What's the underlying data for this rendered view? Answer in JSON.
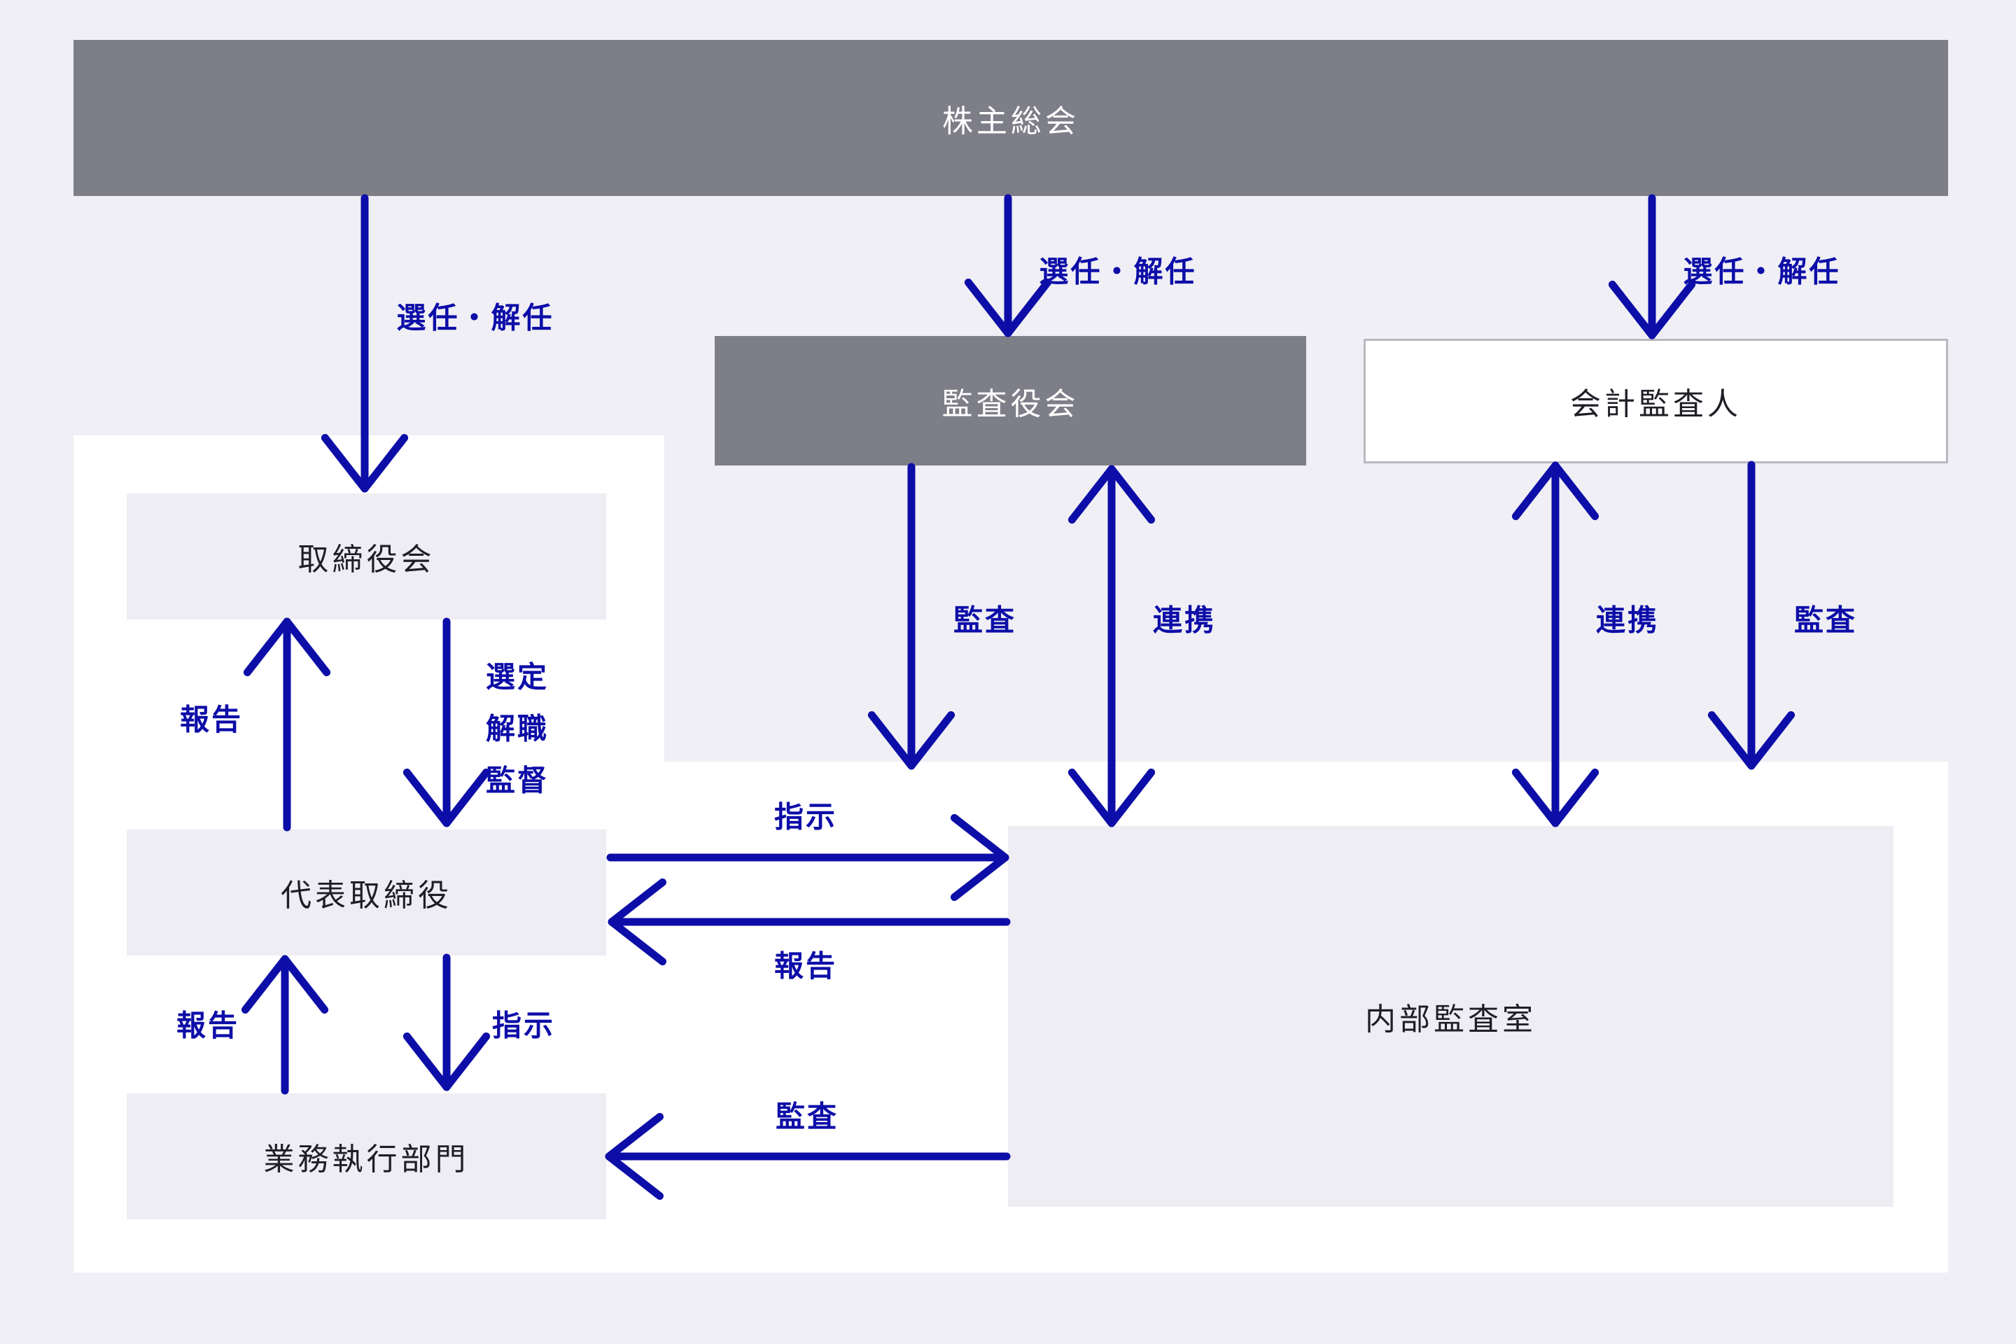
{
  "diagram": {
    "colors": {
      "background": "#efeff5",
      "panel_white": "#ffffff",
      "node_fill": "#ededf3",
      "gray_fill": "#7e7e88",
      "accent_blue": "#0d0da8",
      "node_text": "#1e1e26",
      "auditor_border": "#b8b8c0",
      "white_text": "#ffffff"
    },
    "nodes": {
      "shareholders_meeting": {
        "label": "株主総会"
      },
      "board_of_directors": {
        "label": "取締役会"
      },
      "representative_director": {
        "label": "代表取締役"
      },
      "executive_departments": {
        "label": "業務執行部門"
      },
      "audit_committee": {
        "label": "監査役会"
      },
      "accounting_auditor": {
        "label": "会計監査人"
      },
      "internal_audit_office": {
        "label": "内部監査室"
      }
    },
    "edge_labels": {
      "appointment_dismissal": "選任・解任",
      "report": "報告",
      "selection": "選定",
      "dismissal_from_office": "解職",
      "supervision": "監督",
      "instruction": "指示",
      "audit": "監査",
      "cooperation": "連携"
    }
  }
}
